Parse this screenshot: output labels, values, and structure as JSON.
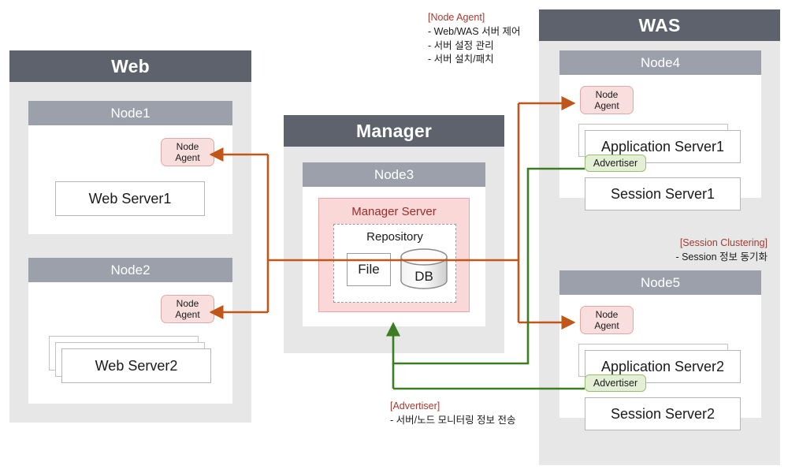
{
  "zones": {
    "web": {
      "title": "Web"
    },
    "manager": {
      "title": "Manager"
    },
    "was": {
      "title": "WAS"
    }
  },
  "nodes": {
    "node1": {
      "title": "Node1"
    },
    "node2": {
      "title": "Node2"
    },
    "node3": {
      "title": "Node3"
    },
    "node4": {
      "title": "Node4"
    },
    "node5": {
      "title": "Node5"
    }
  },
  "agents": {
    "node1": {
      "line1": "Node",
      "line2": "Agent"
    },
    "node2": {
      "line1": "Node",
      "line2": "Agent"
    },
    "node4": {
      "line1": "Node",
      "line2": "Agent"
    },
    "node5": {
      "line1": "Node",
      "line2": "Agent"
    }
  },
  "servers": {
    "web1": "Web Server1",
    "web2": "Web Server2",
    "app1": "Application Server1",
    "app2": "Application Server2",
    "session1": "Session Server1",
    "session2": "Session Server2"
  },
  "advertisers": {
    "node4": "Advertiser",
    "node5": "Advertiser"
  },
  "manager_server": {
    "title": "Manager Server",
    "repository": {
      "title": "Repository",
      "file": "File",
      "db": "DB"
    }
  },
  "notes": {
    "node_agent": {
      "heading": "[Node Agent]",
      "lines": [
        "- Web/WAS 서버 제어",
        "- 서버 설정 관리",
        "- 서버 설치/패치"
      ]
    },
    "session_clustering": {
      "heading": "[Session Clustering]",
      "lines": [
        "- Session 정보 동기화"
      ]
    },
    "advertiser": {
      "heading": "[Advertiser]",
      "lines": [
        "- 서버/노드 모니터링 정보 전송"
      ]
    }
  },
  "colors": {
    "zone_header": "#5e626c",
    "zone_body": "#e7e7e7",
    "node_header": "#9ba0ab",
    "agent_fill": "#f8dedd",
    "advertiser_fill": "#e4f0d5",
    "manager_fill": "#fad8d8",
    "control_flow": "#c1561a",
    "monitor_flow": "#3a7d23",
    "note_heading": "#a33b30"
  },
  "flows": {
    "control": "Node Agent control flow",
    "monitor": "Advertiser monitoring flow"
  }
}
